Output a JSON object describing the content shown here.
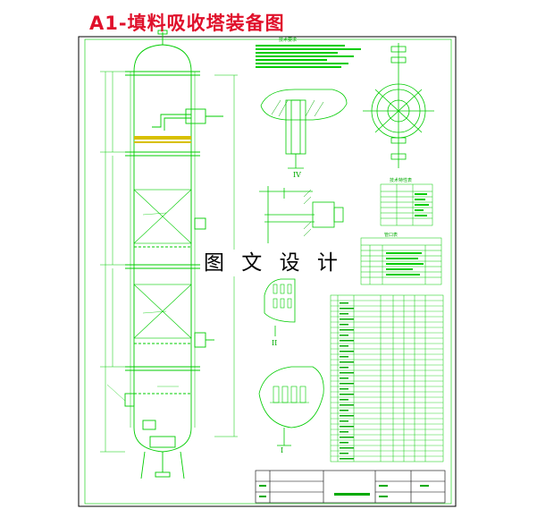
{
  "drawing": {
    "title": "A1-填料吸收塔装备图",
    "watermark": "图 文 设 计"
  },
  "section_marks": {
    "iv": "IV",
    "ii": "II",
    "i": "I"
  },
  "table_titles": {
    "nozzle_table": "管口表",
    "spec_table": "技术特性表",
    "notes": "技术要求"
  },
  "colors": {
    "line": "#00cc00",
    "hatch": "#00aa00",
    "title": "#e0102b",
    "frame": "#000000",
    "marker": "#d8c000"
  }
}
